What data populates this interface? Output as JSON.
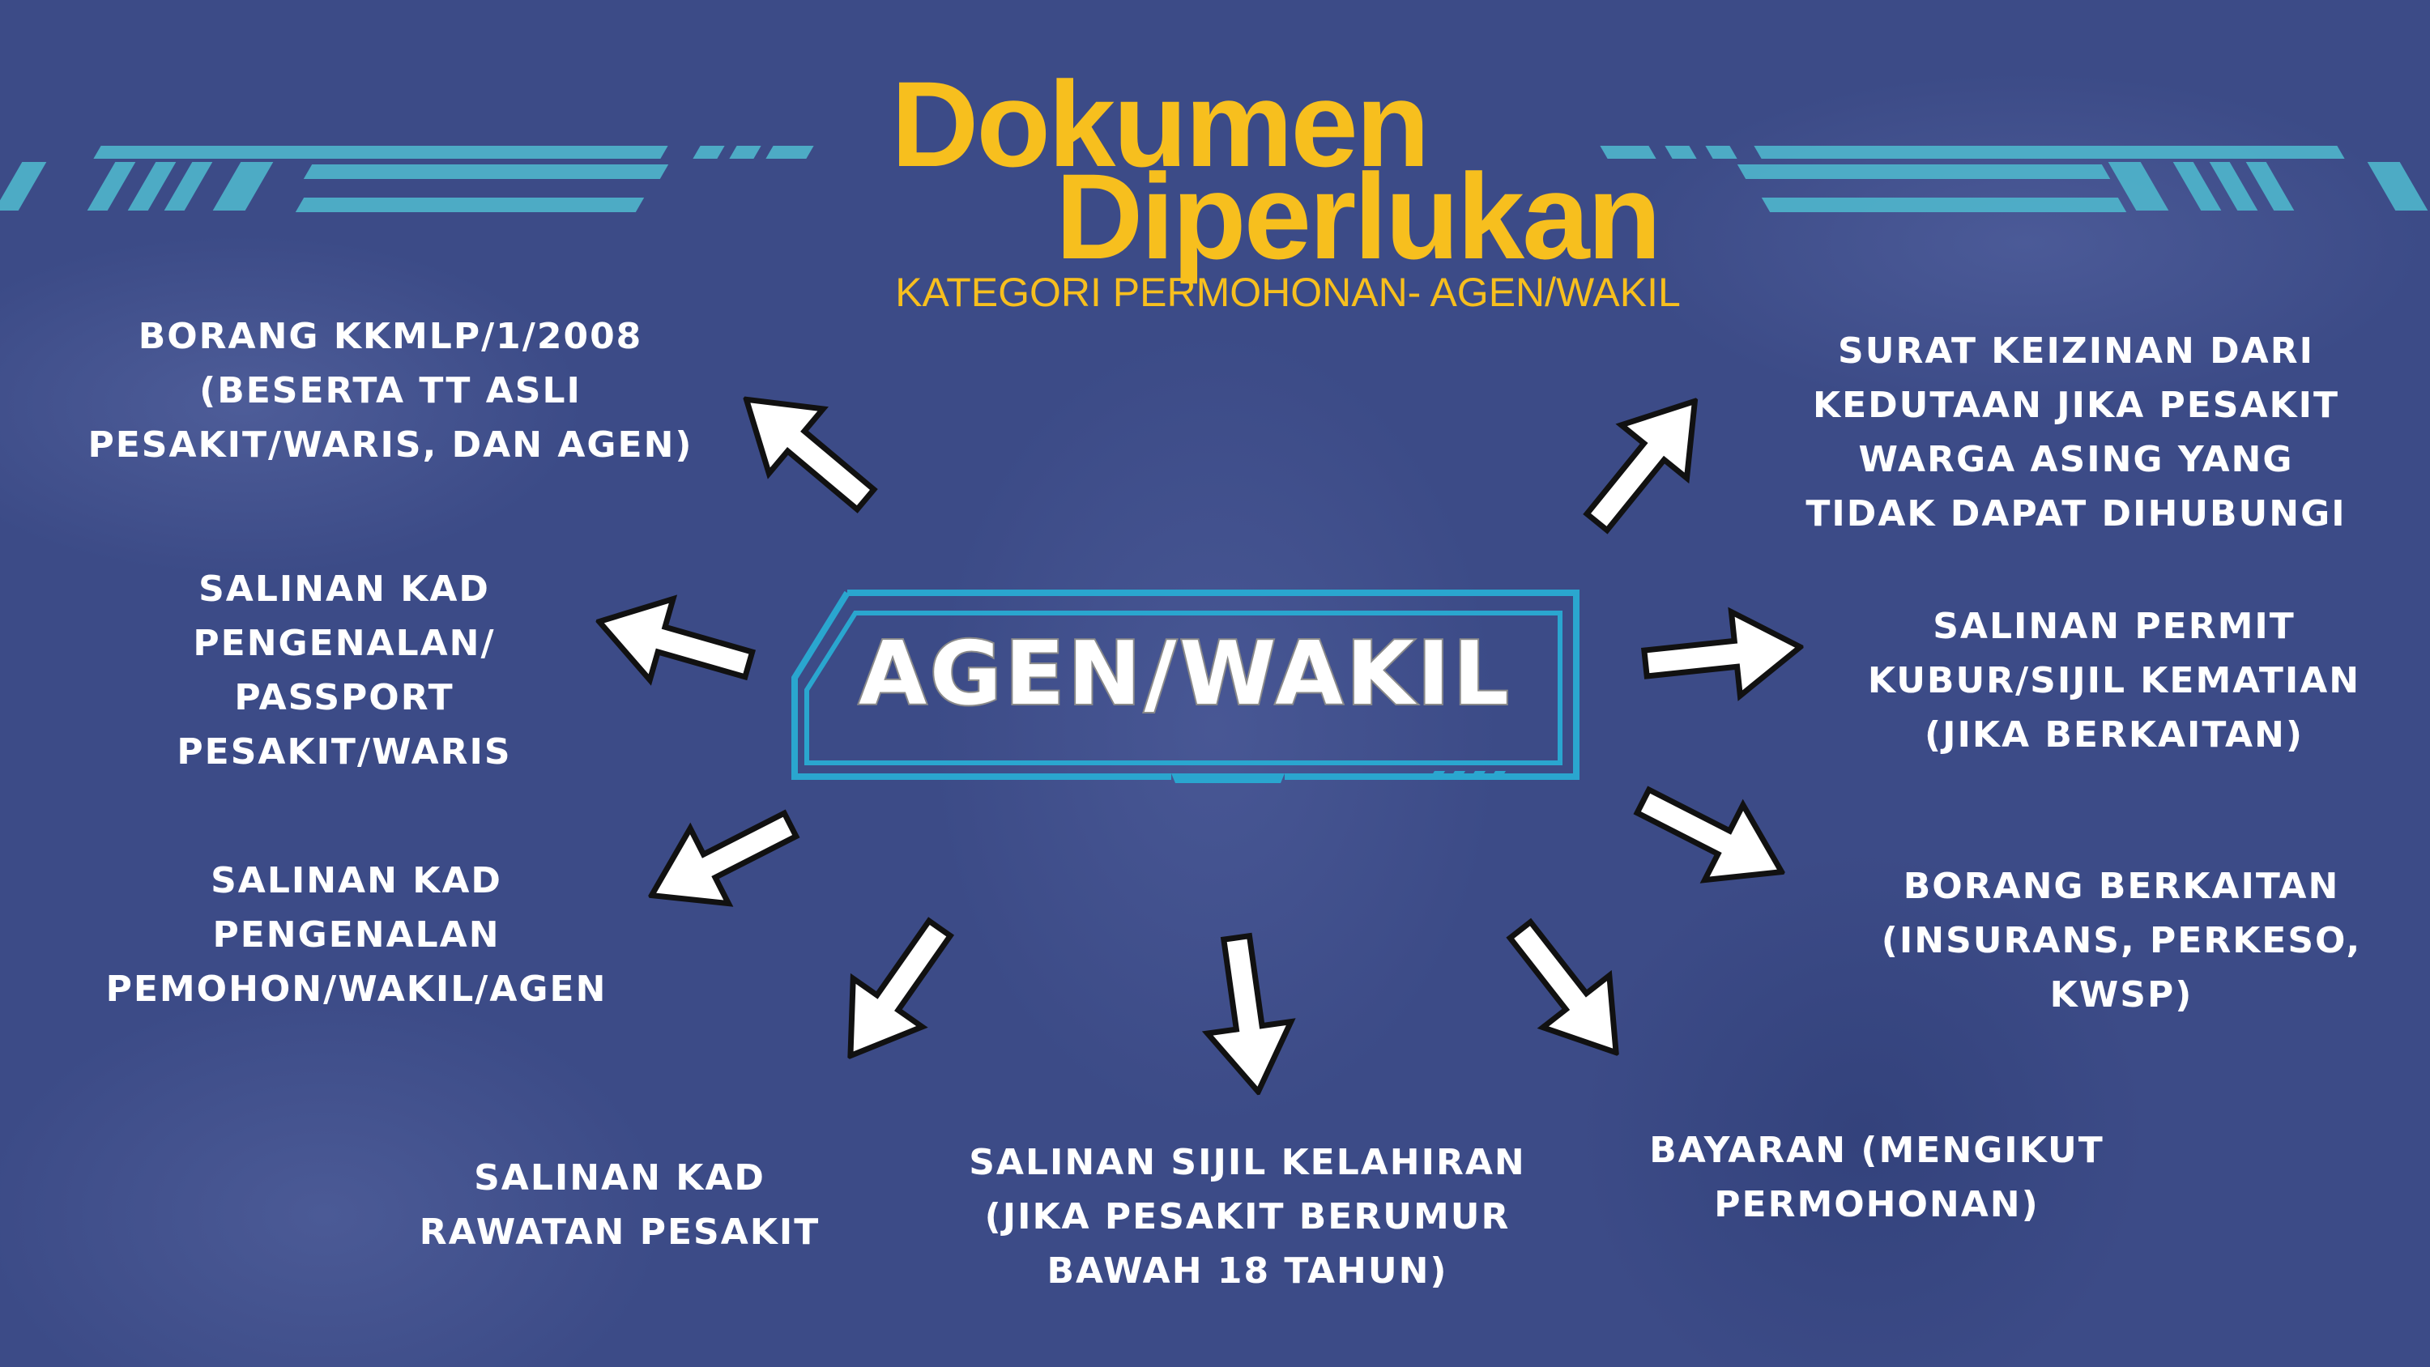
{
  "header": {
    "title_line1": "Dokumen",
    "title_line2": "Diperlukan",
    "subtitle": "KATEGORI PERMOHONAN- AGEN/WAKIL"
  },
  "center": {
    "label": "AGEN/WAKIL"
  },
  "documents": [
    {
      "lines": [
        "BORANG KKMLP/1/2008",
        "(BESERTA TT ASLI",
        "PESAKIT/WARIS, DAN AGEN)"
      ]
    },
    {
      "lines": [
        "SALINAN KAD",
        "PENGENALAN/",
        "PASSPORT",
        "PESAKIT/WARIS"
      ]
    },
    {
      "lines": [
        "SALINAN KAD",
        "PENGENALAN",
        "PEMOHON/WAKIL/AGEN"
      ]
    },
    {
      "lines": [
        "SALINAN KAD",
        "RAWATAN PESAKIT"
      ]
    },
    {
      "lines": [
        "SALINAN SIJIL KELAHIRAN",
        "(JIKA PESAKIT BERUMUR",
        "BAWAH 18 TAHUN)"
      ]
    },
    {
      "lines": [
        "BAYARAN (MENGIKUT",
        "PERMOHONAN)"
      ]
    },
    {
      "lines": [
        "BORANG BERKAITAN",
        "(INSURANS, PERKESO,",
        "KWSP)"
      ]
    },
    {
      "lines": [
        "SALINAN PERMIT",
        "KUBUR/SIJIL KEMATIAN",
        "(JIKA BERKAITAN)"
      ]
    },
    {
      "lines": [
        "SURAT KEIZINAN DARI",
        "KEDUTAAN JIKA PESAKIT",
        "WARGA ASING YANG",
        "TIDAK DAPAT DIHUBUNGI"
      ]
    }
  ],
  "colors": {
    "background": "#3c4b87",
    "accent": "#4fb6cc",
    "title": "#f7bf1e"
  }
}
